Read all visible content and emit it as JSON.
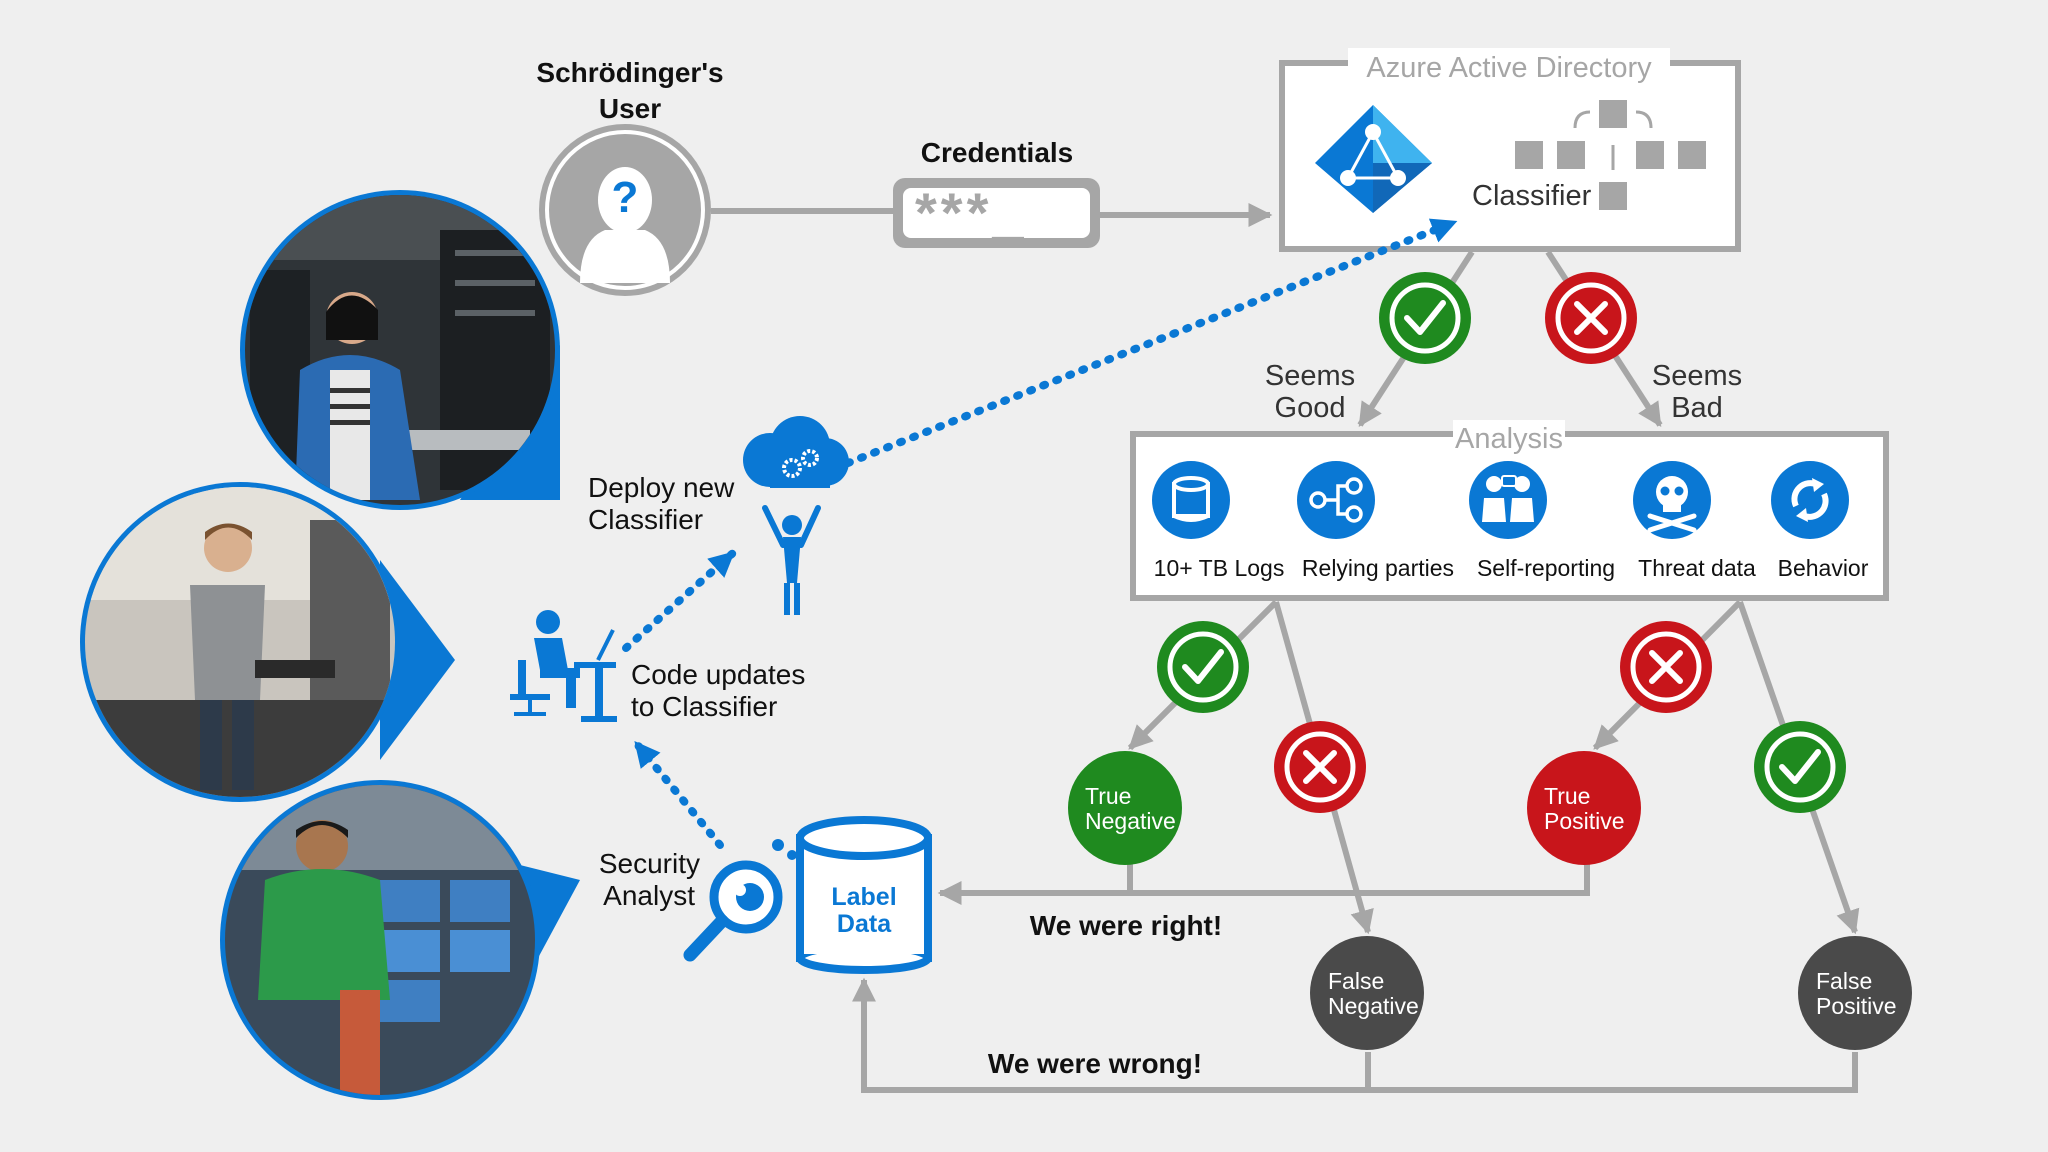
{
  "user": {
    "title": "Schrödinger's",
    "title2": "User",
    "glyph": "?"
  },
  "credentials": {
    "label": "Credentials",
    "field_text": "***_"
  },
  "aad": {
    "title": "Azure Active Directory",
    "classifier_label": "Classifier"
  },
  "branches": {
    "good_line1": "Seems",
    "good_line2": "Good",
    "bad_line1": "Seems",
    "bad_line2": "Bad"
  },
  "analysis": {
    "title": "Analysis",
    "items": [
      {
        "label": "10+ TB Logs",
        "icon": "database-icon"
      },
      {
        "label": "Relying parties",
        "icon": "network-icon"
      },
      {
        "label": "Self-reporting",
        "icon": "people-icon"
      },
      {
        "label": "Threat data",
        "icon": "skull-icon"
      },
      {
        "label": "Behavior",
        "icon": "cycle-icon"
      }
    ]
  },
  "outcomes": {
    "true_negative_1": "True",
    "true_negative_2": "Negative",
    "true_positive_1": "True",
    "true_positive_2": "Positive",
    "false_negative_1": "False",
    "false_negative_2": "Negative",
    "false_positive_1": "False",
    "false_positive_2": "Positive"
  },
  "feedback": {
    "right": "We were right!",
    "wrong": "We were wrong!"
  },
  "label_data": {
    "line1": "Label",
    "line2": "Data"
  },
  "roles": {
    "deploy_1": "Deploy new",
    "deploy_2": "Classifier",
    "code_1": "Code updates",
    "code_2": "to Classifier",
    "analyst_1": "Security",
    "analyst_2": "Analyst"
  },
  "colors": {
    "background": "#efefef",
    "accent_blue": "#0a78d4",
    "gray_line": "#a6a6a6",
    "dark_gray": "#4a4a4a",
    "success_green": "#1f8a1f",
    "error_red": "#c8151b"
  }
}
